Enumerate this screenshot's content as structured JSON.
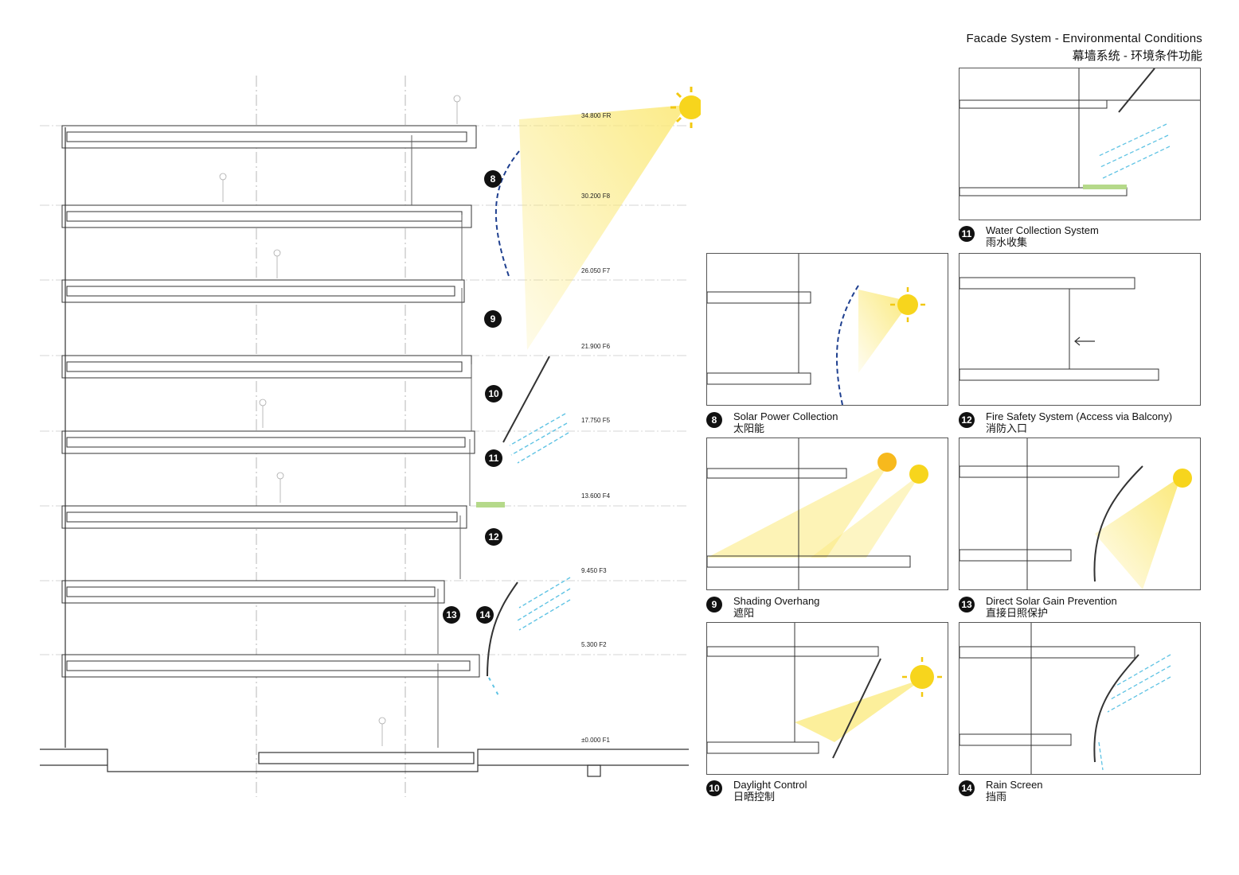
{
  "title": {
    "en": "Facade System - Environmental Conditions",
    "zh": "幕墙系统 - 环境条件功能"
  },
  "levels": [
    {
      "elev": "34.800",
      "floor": "FR"
    },
    {
      "elev": "30.200",
      "floor": "F8"
    },
    {
      "elev": "26.050",
      "floor": "F7"
    },
    {
      "elev": "21.900",
      "floor": "F6"
    },
    {
      "elev": "17.750",
      "floor": "F5"
    },
    {
      "elev": "13.600",
      "floor": "F4"
    },
    {
      "elev": "9.450",
      "floor": "F3"
    },
    {
      "elev": "5.300",
      "floor": "F2"
    },
    {
      "elev": "±0.000",
      "floor": "F1"
    }
  ],
  "section_markers": [
    "8",
    "9",
    "10",
    "11",
    "12",
    "13",
    "14"
  ],
  "panels": [
    {
      "num": "11",
      "en": "Water Collection System",
      "zh": "雨水收集"
    },
    {
      "num": "8",
      "en": "Solar Power Collection",
      "zh": "太阳能"
    },
    {
      "num": "12",
      "en": "Fire Safety System (Access via Balcony)",
      "zh": "消防入口"
    },
    {
      "num": "9",
      "en": "Shading Overhang",
      "zh": "遮阳"
    },
    {
      "num": "13",
      "en": "Direct Solar Gain Prevention",
      "zh": "直接日照保护"
    },
    {
      "num": "10",
      "en": "Daylight Control",
      "zh": "日晒控制"
    },
    {
      "num": "14",
      "en": "Rain Screen",
      "zh": "挡雨"
    }
  ],
  "colors": {
    "sun": "#f7d51d",
    "sun_ray": "#f2c811",
    "light_beam": "#fbe97a",
    "rain": "#5fc3e4",
    "solar_panel": "#1e3f8f",
    "green_roof": "#b5d98a",
    "line": "#333333"
  },
  "icons": [
    "sun-icon",
    "rain-streaks",
    "solar-panel-arc",
    "arrow-left-icon"
  ]
}
